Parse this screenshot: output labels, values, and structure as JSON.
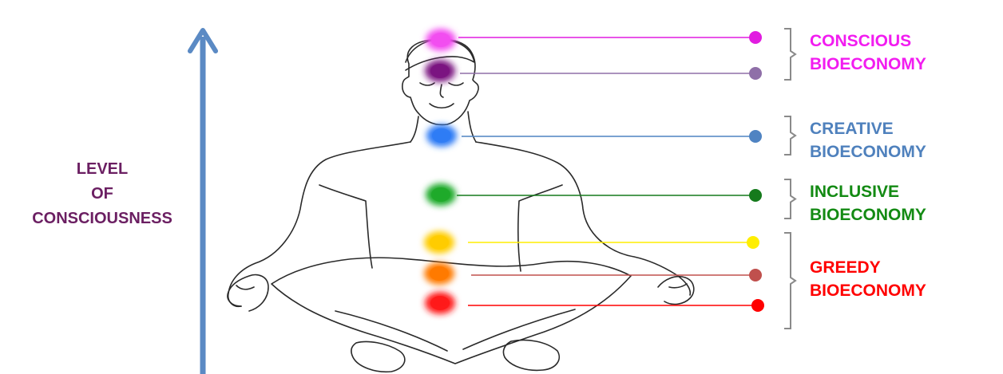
{
  "axis": {
    "label_lines": [
      "LEVEL",
      "OF",
      "CONSCIOUSNESS"
    ],
    "label_color": "#6b1f62",
    "arrow_color": "#5b8ac4"
  },
  "chakras": [
    {
      "name": "crown",
      "color": "#f24ef0",
      "line_color": "#e11ce0"
    },
    {
      "name": "third-eye",
      "color": "#7b1481",
      "line_color": "#8f6fa8"
    },
    {
      "name": "throat",
      "color": "#2f7cf5",
      "line_color": "#4f83c2"
    },
    {
      "name": "heart",
      "color": "#1faa2a",
      "line_color": "#157a1c"
    },
    {
      "name": "solar-plexus",
      "color": "#ffcc00",
      "line_color": "#ffee00"
    },
    {
      "name": "sacral",
      "color": "#ff7a00",
      "line_color": "#c0504d"
    },
    {
      "name": "root",
      "color": "#ff1a1a",
      "line_color": "#ff0000"
    }
  ],
  "groups": [
    {
      "lines": [
        "CONSCIOUS",
        "BIOECONOMY"
      ],
      "color": "#f21cf0"
    },
    {
      "lines": [
        "CREATIVE",
        "BIOECONOMY"
      ],
      "color": "#4f81bd"
    },
    {
      "lines": [
        "INCLUSIVE",
        "BIOECONOMY"
      ],
      "color": "#138a13"
    },
    {
      "lines": [
        "GREEDY",
        "BIOECONOMY"
      ],
      "color": "#ff0000"
    }
  ],
  "bracket_color": "#8a8a8a"
}
